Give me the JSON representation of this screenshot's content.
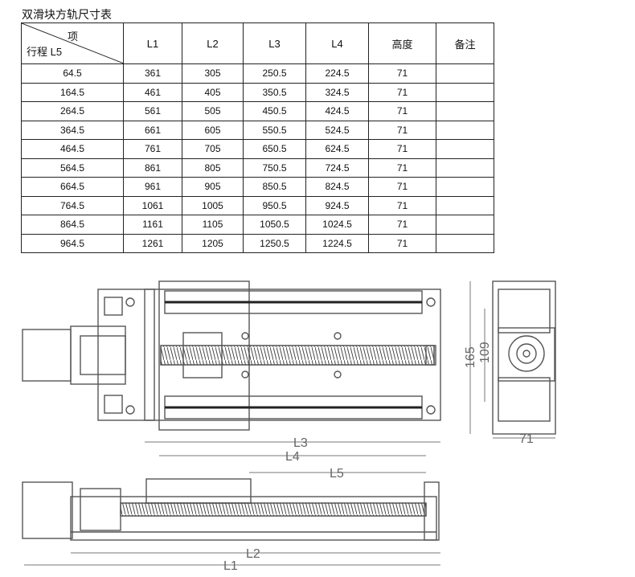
{
  "title": "双滑块方轨尺寸表",
  "table": {
    "corner_top": "项",
    "corner_bottom": "行程 L5",
    "headers": [
      "L1",
      "L2",
      "L3",
      "L4",
      "高度",
      "备注"
    ],
    "rows": [
      [
        "64.5",
        "361",
        "305",
        "250.5",
        "224.5",
        "71",
        ""
      ],
      [
        "164.5",
        "461",
        "405",
        "350.5",
        "324.5",
        "71",
        ""
      ],
      [
        "264.5",
        "561",
        "505",
        "450.5",
        "424.5",
        "71",
        ""
      ],
      [
        "364.5",
        "661",
        "605",
        "550.5",
        "524.5",
        "71",
        ""
      ],
      [
        "464.5",
        "761",
        "705",
        "650.5",
        "624.5",
        "71",
        ""
      ],
      [
        "564.5",
        "861",
        "805",
        "750.5",
        "724.5",
        "71",
        ""
      ],
      [
        "664.5",
        "961",
        "905",
        "850.5",
        "824.5",
        "71",
        ""
      ],
      [
        "764.5",
        "1061",
        "1005",
        "950.5",
        "924.5",
        "71",
        ""
      ],
      [
        "864.5",
        "1161",
        "1105",
        "1050.5",
        "1024.5",
        "71",
        ""
      ],
      [
        "964.5",
        "1261",
        "1205",
        "1250.5",
        "1224.5",
        "71",
        ""
      ]
    ]
  },
  "drawing": {
    "dims": {
      "l1": "L1",
      "l2": "L2",
      "l3": "L3",
      "l4": "L4",
      "l5": "L5",
      "height": "165",
      "inner": "109",
      "width": "71"
    },
    "line_color": "#555555",
    "accent_color": "#3a8fd6"
  }
}
